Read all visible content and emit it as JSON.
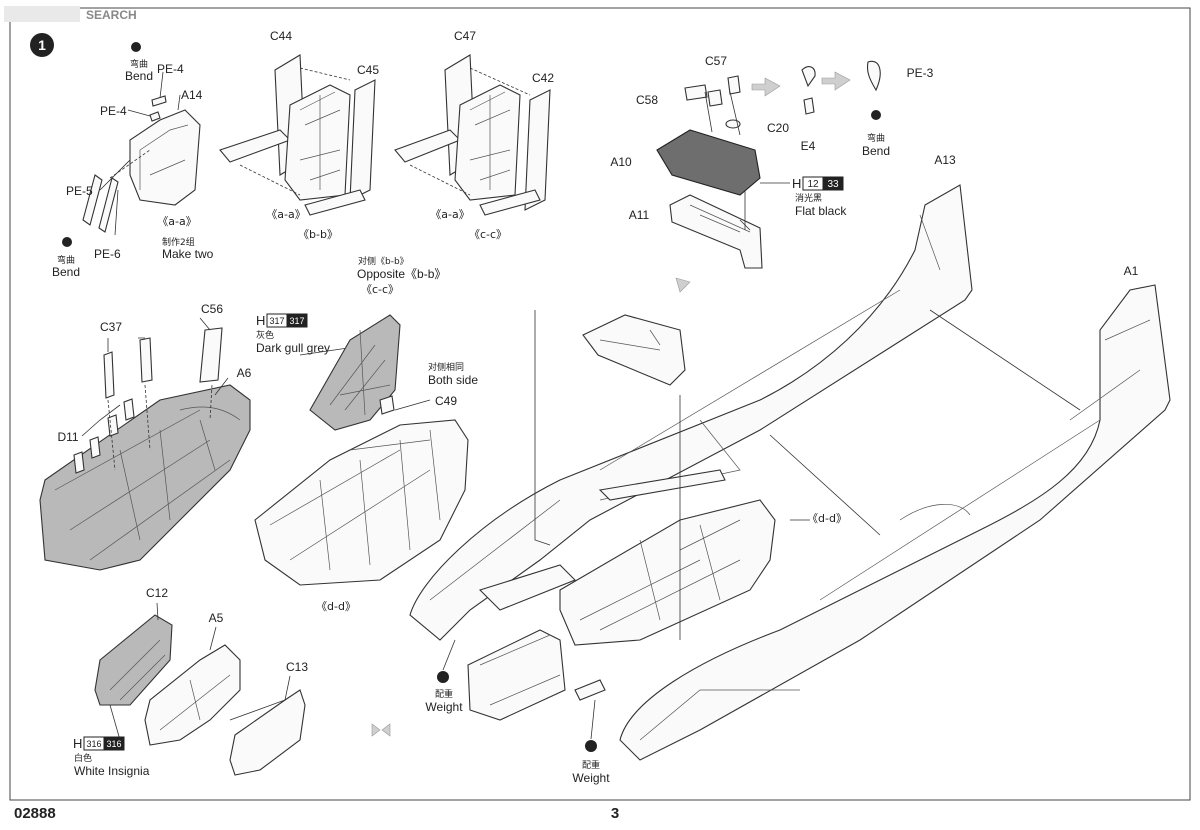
{
  "header": {
    "watermark": "SEARCH",
    "step_number": "1"
  },
  "parts": {
    "pe4_top": "PE-4",
    "pe4_mid": "PE-4",
    "a14": "A14",
    "pe5": "PE-5",
    "pe6": "PE-6",
    "c44": "C44",
    "c45": "C45",
    "c47": "C47",
    "c42": "C42",
    "c57": "C57",
    "c58": "C58",
    "c20": "C20",
    "e4": "E4",
    "pe3": "PE-3",
    "a10": "A10",
    "a11": "A11",
    "a13": "A13",
    "a1": "A1",
    "c56": "C56",
    "c37": "C37",
    "a6": "A6",
    "d11": "D11",
    "c49": "C49",
    "c12": "C12",
    "a5": "A5",
    "c13": "C13"
  },
  "bend": {
    "cn": "弯曲",
    "en": "Bend"
  },
  "sections": {
    "a_a_1": "《a-a》",
    "a_a_2": "《a-a》",
    "a_a_3": "《a-a》",
    "b_b": "《b-b》",
    "c_c": "《c-c》",
    "d_d_1": "《d-d》",
    "d_d_2": "《d-d》",
    "opposite_cn": "对侧《b-b》",
    "opposite_en": "Opposite《b-b》",
    "opposite_cc": "《c-c》"
  },
  "notes": {
    "make_two_cn": "制作2组",
    "make_two_en": "Make two",
    "both_side_cn": "对侧相同",
    "both_side_en": "Both side",
    "weight_cn": "配重",
    "weight_en": "Weight"
  },
  "colors": {
    "h12": {
      "prefix": "H",
      "code_a": "12",
      "code_b": "33",
      "cn": "消光黑",
      "en": "Flat black"
    },
    "h317": {
      "prefix": "H",
      "code_a": "317",
      "code_b": "317",
      "cn": "灰色",
      "en": "Dark gull grey"
    },
    "h316": {
      "prefix": "H",
      "code_a": "316",
      "code_b": "316",
      "cn": "白色",
      "en": "White Insignia"
    }
  },
  "footer": {
    "kit_number": "02888",
    "page_number": "3"
  }
}
